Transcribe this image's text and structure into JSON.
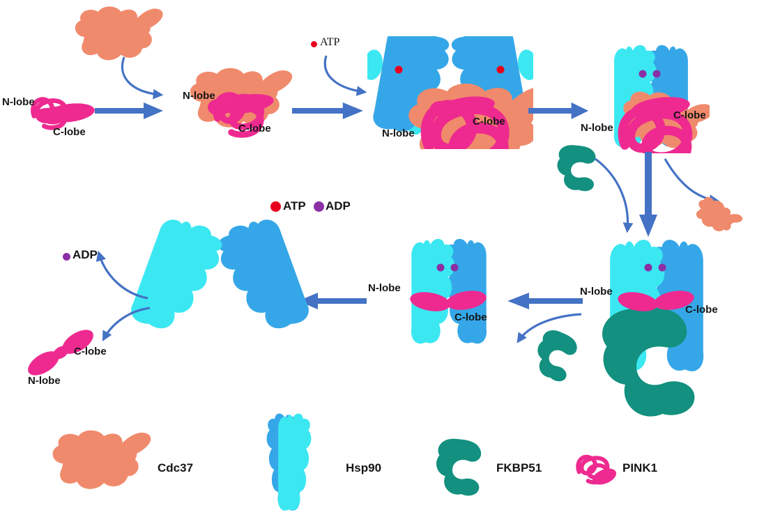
{
  "labels": {
    "n_lobe": "N-lobe",
    "c_lobe": "C-lobe"
  },
  "atp_intro_label": "ATP",
  "adp_release_label": "ADP",
  "nucleotide_key": {
    "atp_label": "ATP",
    "adp_label": "ADP"
  },
  "legend": {
    "cdc37_label": "Cdc37",
    "hsp90_label": "Hsp90",
    "fkbp51_label": "FKBP51",
    "pink1_label": "PINK1"
  },
  "colors": {
    "pink1": "#EE2A90",
    "cdc37": "#F08A6C",
    "hsp90_blue": "#35A7E8",
    "hsp90_cyan": "#3BE8F2",
    "fkbp51": "#13907F",
    "arrow": "#4472C4",
    "atp_red": "#E8001E",
    "adp_purple": "#8B2FA5"
  }
}
